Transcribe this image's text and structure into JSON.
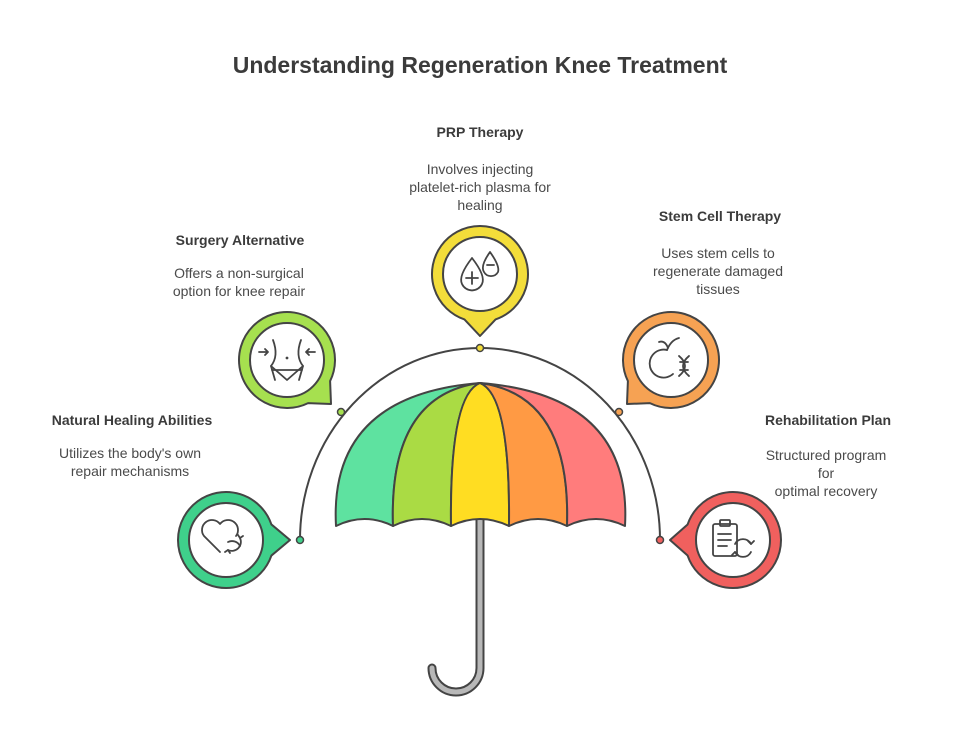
{
  "title": "Understanding Regeneration Knee Treatment",
  "items": [
    {
      "key": "natural",
      "title": "Natural Healing Abilities",
      "desc_lines": [
        "Utilizes the body's own",
        "repair mechanisms"
      ],
      "icon": "heart-renew-icon",
      "color": "#3fd08b"
    },
    {
      "key": "surgery",
      "title": "Surgery Alternative",
      "desc_lines": [
        "Offers a non-surgical",
        "option for knee repair"
      ],
      "icon": "waist-body-icon",
      "color": "#a6e04f"
    },
    {
      "key": "prp",
      "title": "PRP Therapy",
      "desc_lines": [
        "Involves injecting",
        "platelet-rich plasma for",
        "healing"
      ],
      "icon": "plasma-drops-icon",
      "color": "#f3dd3a"
    },
    {
      "key": "stem",
      "title": "Stem Cell Therapy",
      "desc_lines": [
        "Uses stem cells to",
        "regenerate damaged",
        "tissues"
      ],
      "icon": "apple-dna-icon",
      "color": "#f6a253"
    },
    {
      "key": "rehab",
      "title": "Rehabilitation Plan",
      "desc_lines": [
        "Structured program for",
        "optimal recovery"
      ],
      "icon": "clipboard-renew-icon",
      "color": "#f0605e"
    }
  ],
  "umbrella_colors": [
    "#5ee2a0",
    "#aadb44",
    "#ffdd22",
    "#ff9a44",
    "#ff7c7c"
  ]
}
